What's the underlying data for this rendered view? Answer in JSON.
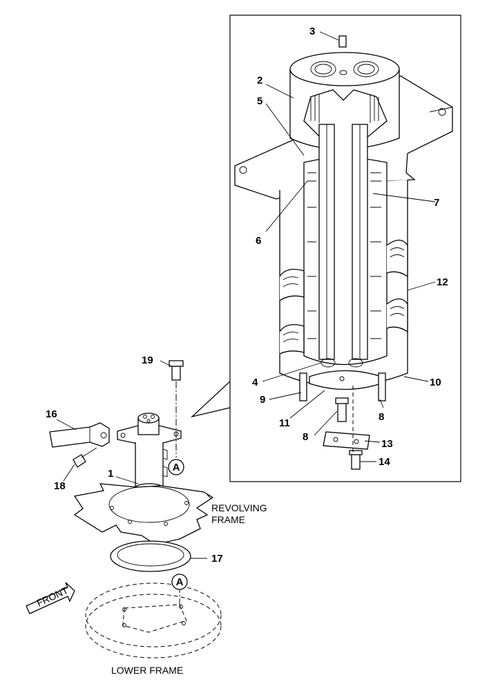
{
  "callouts": {
    "p1": "1",
    "p2": "2",
    "p3": "3",
    "p4": "4",
    "p5": "5",
    "p6": "6",
    "p7": "7",
    "p8a": "8",
    "p8b": "8",
    "p9": "9",
    "p10": "10",
    "p11": "11",
    "p12": "12",
    "p13": "13",
    "p14": "14",
    "p16": "16",
    "p17": "17",
    "p18": "18",
    "p19": "19"
  },
  "reference_marks": {
    "top": "A",
    "bottom": "A"
  },
  "labels": {
    "revolving_line1": "REVOLVING",
    "revolving_line2": "FRAME",
    "lower_frame": "LOWER FRAME",
    "front": "FRONT"
  }
}
